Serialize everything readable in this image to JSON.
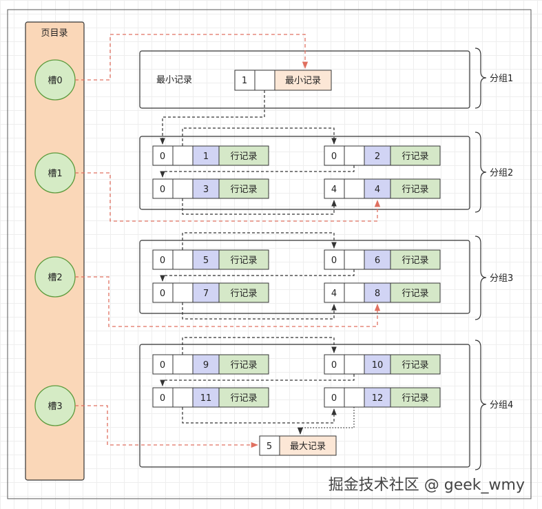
{
  "page_directory": {
    "title": "页目录",
    "slots": [
      "槽0",
      "槽1",
      "槽2",
      "槽3"
    ]
  },
  "groups": [
    {
      "label": "分组1"
    },
    {
      "label": "分组2"
    },
    {
      "label": "分组3"
    },
    {
      "label": "分组4"
    }
  ],
  "infimum": {
    "caption": "最小记录",
    "n_owned": "1",
    "name": "最小记录"
  },
  "records": [
    {
      "n_owned": "0",
      "id": "1",
      "label": "行记录"
    },
    {
      "n_owned": "0",
      "id": "2",
      "label": "行记录"
    },
    {
      "n_owned": "0",
      "id": "3",
      "label": "行记录"
    },
    {
      "n_owned": "4",
      "id": "4",
      "label": "行记录"
    },
    {
      "n_owned": "0",
      "id": "5",
      "label": "行记录"
    },
    {
      "n_owned": "0",
      "id": "6",
      "label": "行记录"
    },
    {
      "n_owned": "0",
      "id": "7",
      "label": "行记录"
    },
    {
      "n_owned": "4",
      "id": "8",
      "label": "行记录"
    },
    {
      "n_owned": "0",
      "id": "9",
      "label": "行记录"
    },
    {
      "n_owned": "0",
      "id": "10",
      "label": "行记录"
    },
    {
      "n_owned": "0",
      "id": "11",
      "label": "行记录"
    },
    {
      "n_owned": "0",
      "id": "12",
      "label": "行记录"
    }
  ],
  "supremum": {
    "n_owned": "5",
    "name": "最大记录"
  },
  "watermark": "掘金技术社区 @ geek_wmy",
  "colors": {
    "directory_fill": "#FAD7B8",
    "slot_fill": "#D5EBC5",
    "slot_stroke": "#5C9A3C",
    "id_fill": "#D1D4F4",
    "record_fill": "#D5E8C8",
    "infimum_fill": "#FCE7D6",
    "arrow_red": "#E07060",
    "arrow_dark": "#333333"
  }
}
